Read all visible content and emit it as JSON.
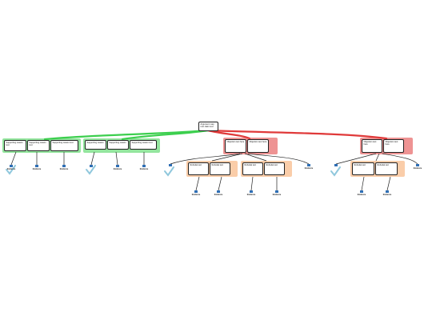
{
  "root": {
    "text": "Argument map root claim text"
  },
  "green_groups": [
    {
      "nodes": [
        "Supporting reason text",
        "Supporting reason text",
        "Supporting reason text"
      ]
    },
    {
      "nodes": [
        "Supporting reason",
        "Supporting reason",
        "Supporting reason text"
      ]
    }
  ],
  "red_groups": [
    {
      "nodes": [
        "Objection text here",
        "Objection text here"
      ]
    },
    {
      "nodes": [
        "Objection text here",
        "Objection text here"
      ]
    }
  ],
  "orange_groups": [
    {
      "nodes": [
        "Rebuttal text",
        "Rebuttal text"
      ]
    },
    {
      "nodes": [
        "Rebuttal text",
        "Rebuttal text"
      ]
    },
    {
      "nodes": [
        "Rebuttal text",
        "Rebuttal text"
      ]
    }
  ],
  "evidence_label": "Evidence",
  "colors": {
    "green": "#3ccf4e",
    "red": "#e03a3a",
    "orange": "#f5a462",
    "blue": "#2f6fb5",
    "check": "#8fc7dc"
  }
}
